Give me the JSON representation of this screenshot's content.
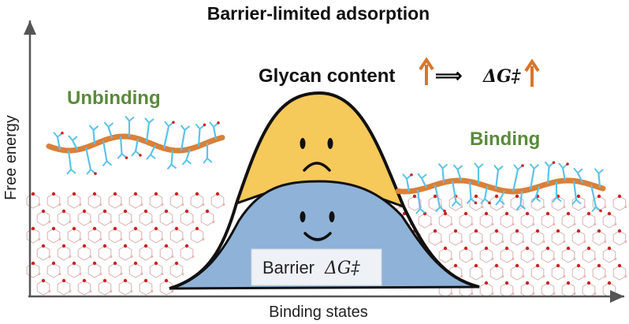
{
  "title": "Barrier-limited adsorption",
  "axes": {
    "y_label": "Free energy",
    "x_label": "Binding states"
  },
  "states": {
    "left_label": "Unbinding",
    "right_label": "Binding"
  },
  "relation": {
    "left_text": "Glycan content",
    "arrow_symbol": "⟹",
    "right_text": "ΔG‡"
  },
  "barrier_box": {
    "text": "Barrier",
    "symbol": "ΔG‡"
  },
  "colors": {
    "upper_barrier_fill": "#f6c95b",
    "lower_barrier_fill": "#8fb2d8",
    "up_arrow": "#d6762a",
    "label_green": "#5a8a3a",
    "peptide_ribbon": "#d9803a",
    "glycan_sticks": "#5cc3e8",
    "lattice_oxygen": "#cc2222"
  },
  "faces": {
    "upper": "sad-face",
    "lower": "happy-face"
  }
}
